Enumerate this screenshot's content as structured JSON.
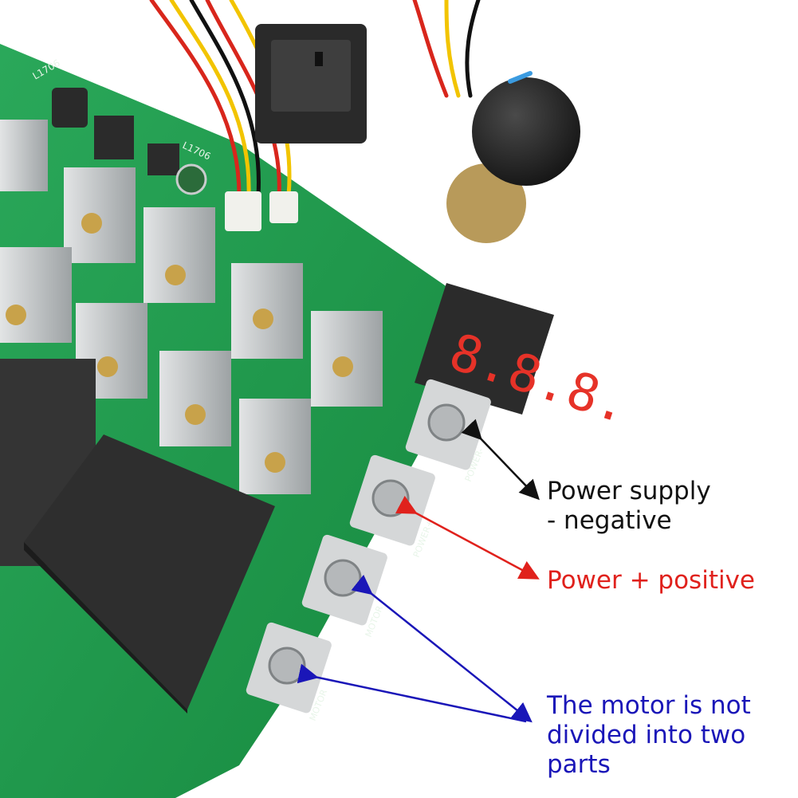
{
  "colors": {
    "board": "#1f9e4c",
    "heatsink": "#c9cccd",
    "relay": "#3a3a3a",
    "display_digit": "#e63228",
    "arrow_negative": "#111111",
    "arrow_positive": "#e0211c",
    "arrow_motor": "#1a16b8"
  },
  "board": {
    "silkscreen_labels": [
      "L1706",
      "L1706"
    ],
    "terminal_labels": [
      "POWER-",
      "POWER+",
      "MOTOR",
      "MOTOR"
    ],
    "display": {
      "digits": "8.8.8."
    }
  },
  "callouts": {
    "negative": {
      "line1": "Power supply",
      "line2": "- negative"
    },
    "positive": {
      "line1": "Power + positive"
    },
    "motor": {
      "line1": "The motor is not",
      "line2": "divided into two",
      "line3": "parts"
    }
  }
}
